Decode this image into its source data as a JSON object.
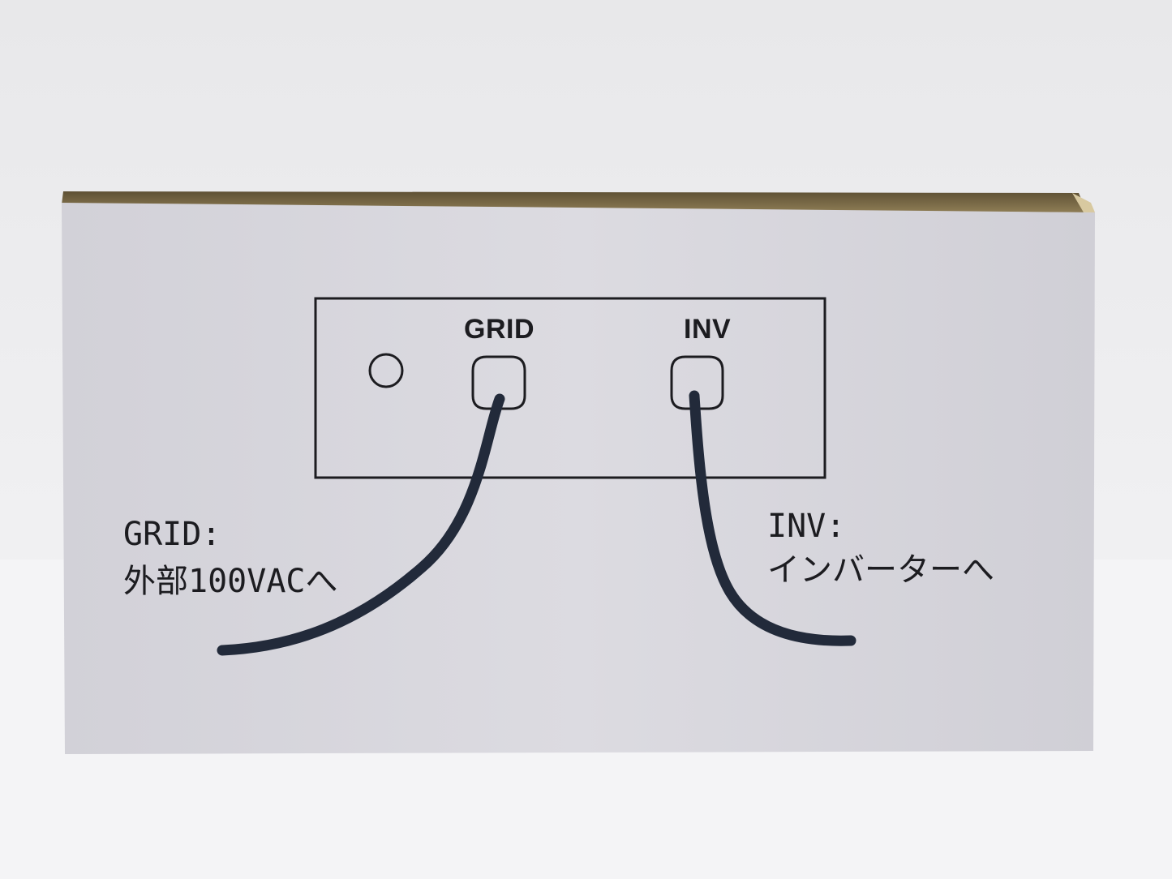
{
  "panel": {
    "grid_label": "GRID",
    "inv_label": "INV"
  },
  "notes": {
    "grid_title": "GRID:",
    "grid_desc": "外部100VACへ",
    "inv_title": "INV:",
    "inv_desc": "インバーターへ"
  },
  "colors": {
    "background": "#f2f2f4",
    "box_face": "#d9d8de",
    "box_top_edge": "#7a6a45",
    "ink": "#1c1c20",
    "cable": "#222a3a"
  }
}
